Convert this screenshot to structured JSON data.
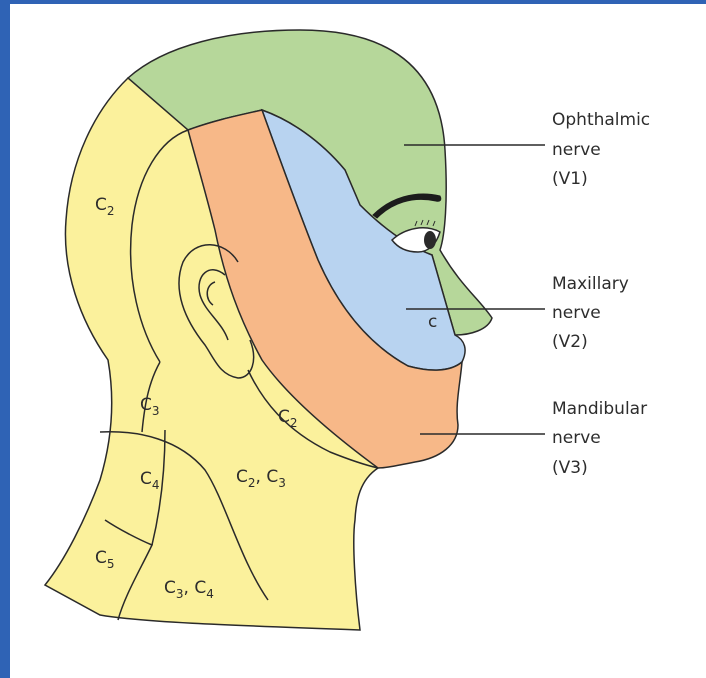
{
  "colors": {
    "frame": "#2f63b5",
    "ophthalmic": "#b6d79a",
    "maxillary": "#b8d3f0",
    "mandibular": "#f7b888",
    "cervical": "#fbf19c",
    "outline": "#2a2a2a"
  },
  "labels": {
    "ophthalmic": [
      "Ophthalmic",
      "nerve",
      "(V1)"
    ],
    "maxillary": [
      "Maxillary",
      "nerve",
      "(V2)"
    ],
    "mandibular": [
      "Mandibular",
      "nerve",
      "(V3)"
    ]
  },
  "segments": {
    "c2_scalp": [
      "C",
      "2"
    ],
    "c3": [
      "C",
      "3"
    ],
    "c2_neck": [
      "C",
      "2"
    ],
    "c4": [
      "C",
      "4"
    ],
    "c2c3": [
      "C",
      "2",
      ",  C",
      "3"
    ],
    "c5": [
      "C",
      "5"
    ],
    "c3c4": [
      "C",
      "3",
      ",  C",
      "4"
    ],
    "face_c": "c"
  }
}
